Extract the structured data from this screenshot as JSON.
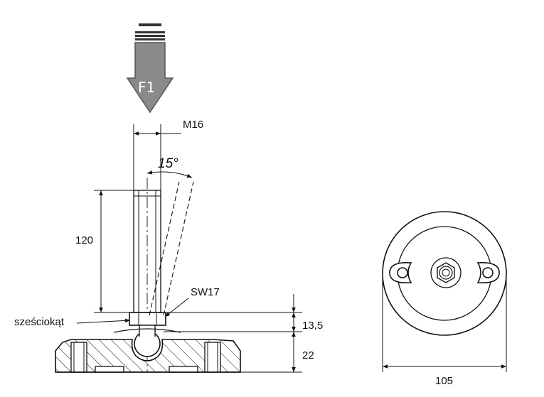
{
  "labels": {
    "force": "F1",
    "thread": "M16",
    "angle": "15°",
    "length": "120",
    "wrench": "SW17",
    "hexagon": "sześciokąt",
    "hex_height": "13,5",
    "base_height": "22",
    "diameter": "105"
  },
  "colors": {
    "arrow_fill": "#8a8a8a",
    "arrow_stripes": "#333333",
    "line": "#111111",
    "background": "#ffffff"
  }
}
